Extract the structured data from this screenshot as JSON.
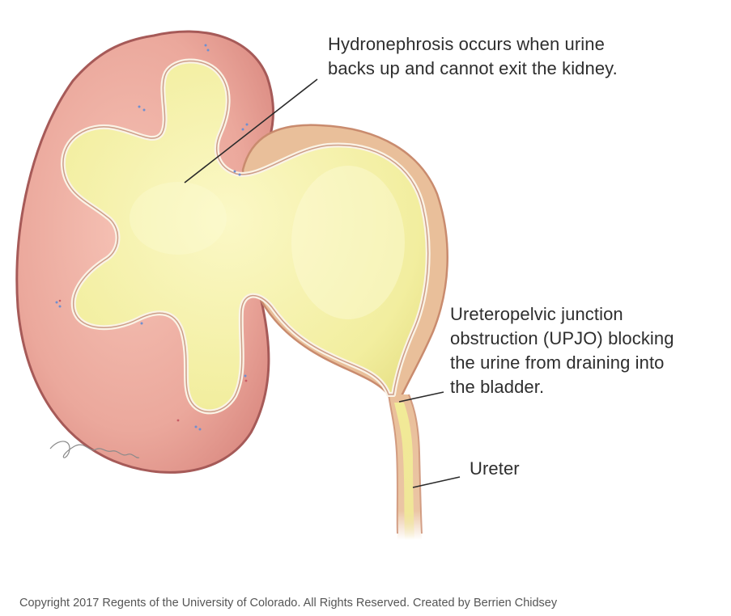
{
  "annotations": {
    "hydronephrosis": {
      "lines": [
        "Hydronephrosis occurs when urine",
        "backs up and cannot exit the kidney."
      ]
    },
    "upjo": {
      "lines": [
        "Ureteropelvic junction",
        "obstruction (UPJO) blocking",
        "the urine from draining into",
        "the bladder."
      ]
    },
    "ureter": {
      "label": "Ureter"
    }
  },
  "footer": {
    "copyright": "Copyright 2017 Regents of the University of Colorado. All Rights Reserved. Created by Berrien Chidsey"
  },
  "colors": {
    "kidney_tissue": "#e8a49a",
    "kidney_outline": "#a65a58",
    "urine": "#f2ee9f",
    "pelvis_wall": "#e9bf9a",
    "ureter_wall": "#ecc9a3",
    "leader_line": "#2b2b2b"
  }
}
